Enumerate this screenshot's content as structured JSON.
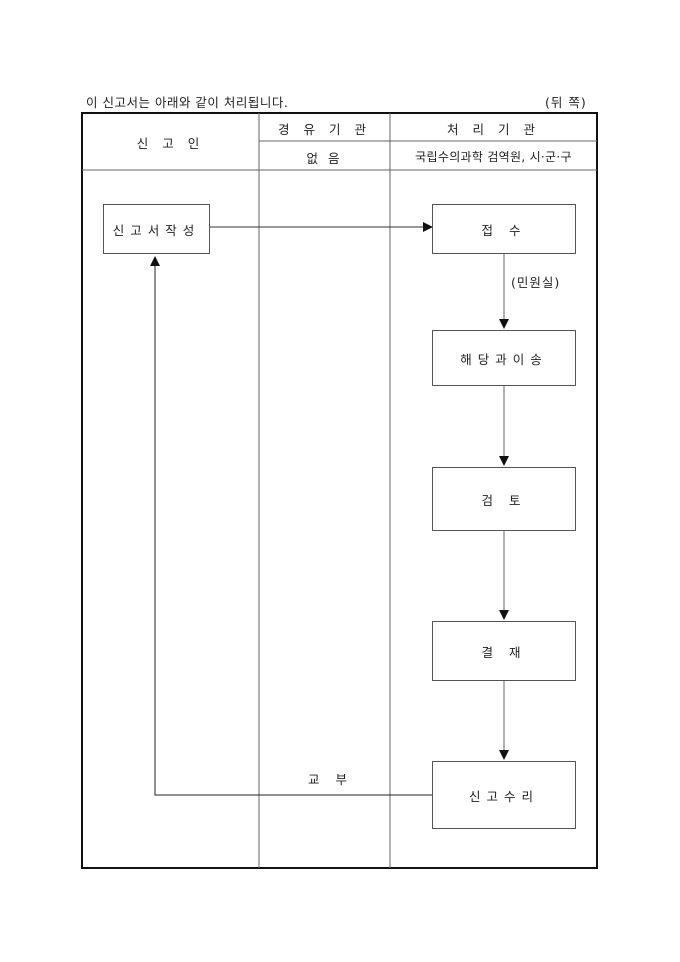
{
  "document": {
    "caption": "이 신고서는 아래와 같이 처리됩니다.",
    "page_side": "(뒤 쪽)"
  },
  "table": {
    "columns": [
      {
        "header": "신 고 인"
      },
      {
        "header": "경 유 기 관",
        "sub": "없 음"
      },
      {
        "header": "처 리 기 관",
        "sub": "국립수의과학 검역원, 시·군·구"
      }
    ]
  },
  "flow": {
    "applicant_step": "신고서작성",
    "steps": [
      "접 수",
      "해당과이송",
      "검 토",
      "결 재",
      "신고수리"
    ],
    "receipt_note": "(민원실)",
    "return_label": "교 부"
  }
}
